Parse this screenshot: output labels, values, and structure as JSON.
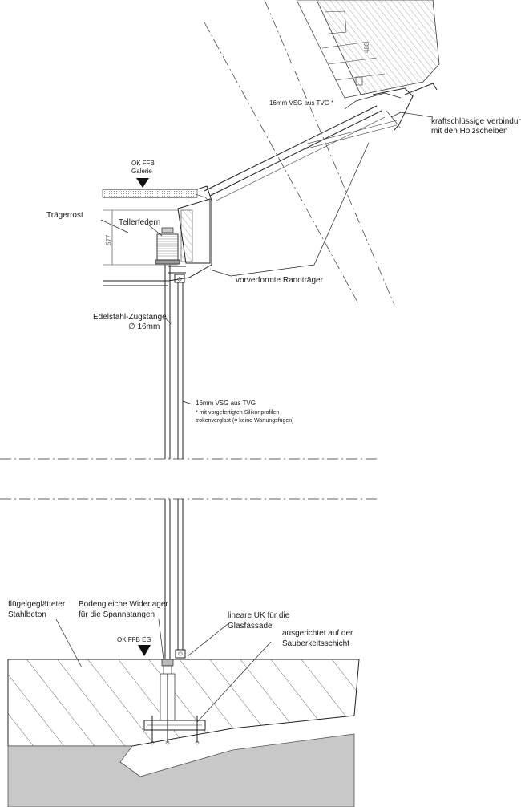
{
  "labels": {
    "vsg_roof": "16mm VSG aus TVG *",
    "kraft_line1": "kraftschlüssige Verbindung",
    "kraft_line2": "mit den Holzscheiben",
    "ok_ffb_line1": "OK FFB",
    "ok_ffb_line2": "Galerie",
    "traegerrost": "Trägerrost",
    "tellerfedern": "Tellerfedern",
    "randtraeger": "vorverformte Randträger",
    "zugstange_line1": "Edelstahl-Zugstange",
    "zugstange_line2": "∅ 16mm",
    "vsg_fassade_line1": "16mm VSG aus TVG",
    "vsg_fassade_line2": "* mit vorgefertigten Silikonprofilen",
    "vsg_fassade_line3": "trokenverglast (= keine Wartungsfugen)",
    "stahlbeton_line1": "flügelgeglätteter",
    "stahlbeton_line2": "Stahlbeton",
    "widerlager_line1": "Bodengleiche Widerlager",
    "widerlager_line2": "für die Spannstangen",
    "ok_ffb_eg": "OK FFB EG",
    "uk_line1": "lineare UK für die",
    "uk_line2": "Glasfassade",
    "ausgerichtet_line1": "ausgerichtet auf der",
    "ausgerichtet_line2": "Sauberkeitsschicht"
  },
  "dimensions": {
    "roof_depth": "488",
    "rost_height": "577"
  }
}
